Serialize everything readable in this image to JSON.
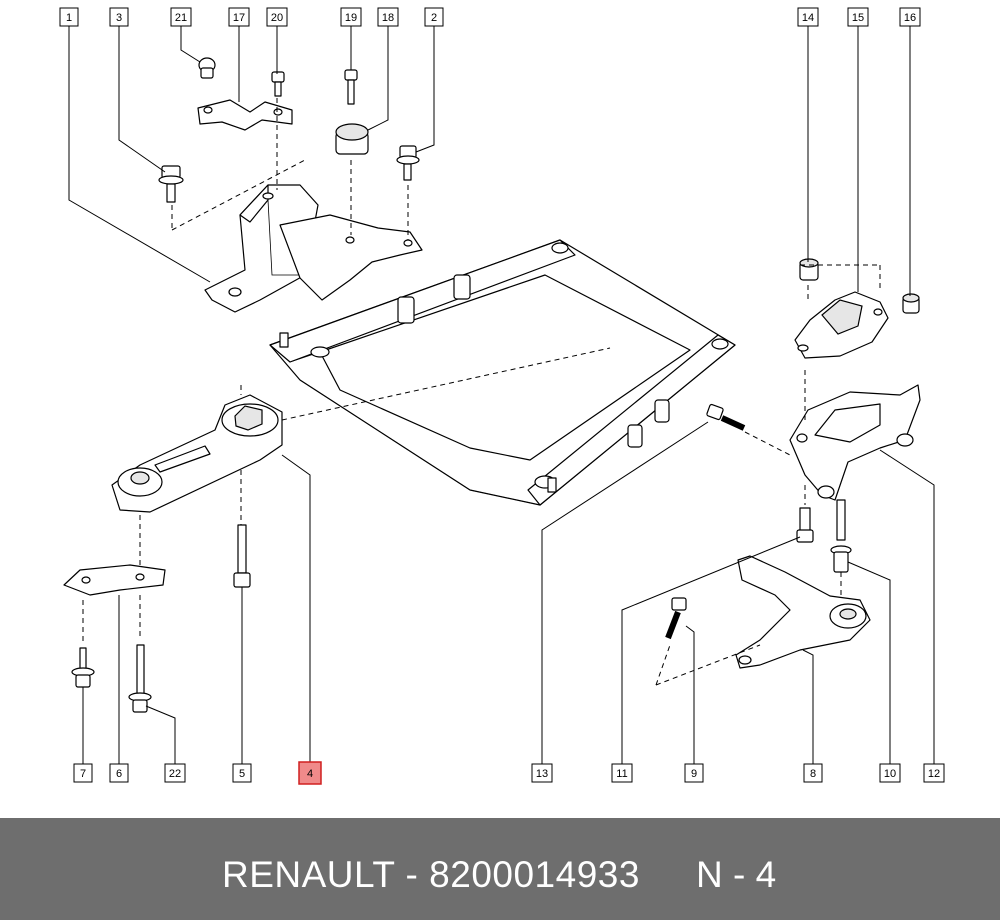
{
  "callouts": {
    "c1": "1",
    "c3": "3",
    "c21": "21",
    "c17": "17",
    "c20": "20",
    "c19": "19",
    "c18": "18",
    "c2": "2",
    "c14": "14",
    "c15": "15",
    "c16": "16",
    "c7": "7",
    "c6": "6",
    "c22": "22",
    "c5": "5",
    "c4": "4",
    "c13": "13",
    "c11": "11",
    "c9": "9",
    "c8": "8",
    "c10": "10",
    "c12": "12"
  },
  "highlighted_callout": "4",
  "colors": {
    "highlight_fill": "#f08a8a",
    "highlight_stroke": "#d02020",
    "footer_bg": "#6e6e6e",
    "footer_text": "#ffffff"
  },
  "footer": {
    "brand_part": "RENAULT - 8200014933",
    "position_ref": "N - 4"
  }
}
